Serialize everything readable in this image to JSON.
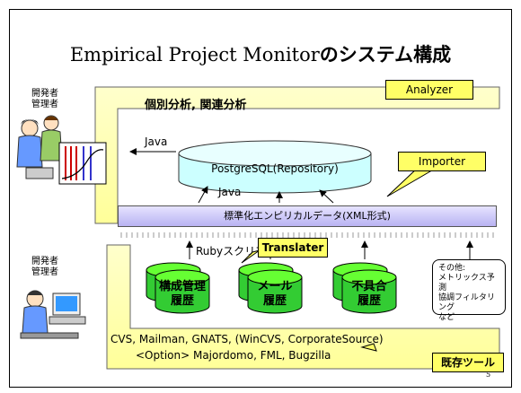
{
  "title": {
    "main": "Empirical Project Monitor",
    "jp": "のシステム構成"
  },
  "people": {
    "top": {
      "role1": "開発者",
      "role2": "管理者"
    },
    "bottom": {
      "role1": "開発者",
      "role2": "管理者"
    }
  },
  "analyzer": {
    "callout": "Analyzer",
    "subtitle": "個別分析, 関連分析",
    "java_label": "Java"
  },
  "repository": {
    "label": "PostgreSQL(Repository)"
  },
  "importer": {
    "callout": "Importer",
    "java_label": "Java"
  },
  "xml_bar": {
    "label": "標準化エンピリカルデータ(XML形式)"
  },
  "translater": {
    "ruby_label": "Rubyスクリプト",
    "callout": "Translater"
  },
  "histories": [
    {
      "line1": "構成管理",
      "line2": "履歴"
    },
    {
      "line1": "メール",
      "line2": "履歴"
    },
    {
      "line1": "不具合",
      "line2": "履歴"
    }
  ],
  "other_note": [
    "その他:",
    "メトリックス予測",
    "協調フィルタリング",
    "など"
  ],
  "existing_tools": {
    "line1": "CVS, Mailman, GNATS, (WinCVS, CorporateSource)",
    "line2": "<Option> Majordomo, FML, Bugzilla",
    "callout": "既存ツール"
  },
  "page_number": "5",
  "colors": {
    "callout": "#ffff66",
    "panel": "#ffffcc",
    "cylinder_top": "#66ff33",
    "cylinder_body": "#33cc33",
    "repo": "#ccffff",
    "xml_bar": "#c8c3f5"
  }
}
